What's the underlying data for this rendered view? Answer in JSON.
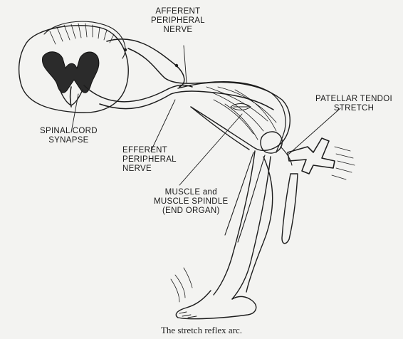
{
  "labels": {
    "afferent_nerve": [
      "AFFERENT",
      "PERIPHERAL",
      "NERVE"
    ],
    "patellar": [
      "PATELLAR TENDOI",
      "STRETCH"
    ],
    "spinal": [
      "SPINAL CORD",
      "SYNAPSE"
    ],
    "efferent_nerve": [
      "EFFERENT",
      "PERIPHERAL",
      "NERVE"
    ],
    "muscle": [
      "MUSCLE and",
      "MUSCLE SPINDLE",
      "(END ORGAN)"
    ]
  },
  "caption": "The stretch reflex arc."
}
